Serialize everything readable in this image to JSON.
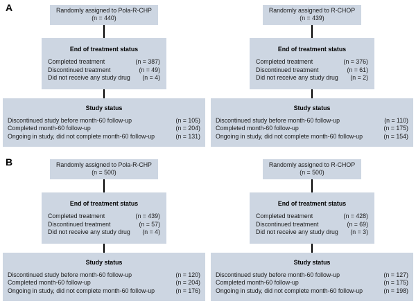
{
  "figure_title": "CONSORT-style patient disposition flow diagram",
  "style": {
    "box_fill": "#cdd6e2",
    "connector_color": "#000000",
    "text_color": "#1a1a1a"
  },
  "panels": [
    {
      "label": "A",
      "arms": [
        {
          "assigned": {
            "line1": "Randomly assigned to Pola-R-CHP",
            "line2": "(n = 440)"
          },
          "eot": {
            "title": "End of treatment status",
            "rows": [
              {
                "label": "Completed treatment",
                "value": "(n = 387)"
              },
              {
                "label": "Discontinued treatment",
                "value": "(n = 49)"
              },
              {
                "label": "Did not receive any study drug",
                "value": "(n = 4)"
              }
            ]
          },
          "study": {
            "title": "Study status",
            "rows": [
              {
                "label": "Discontinued study before month-60 follow-up",
                "value": "(n = 105)"
              },
              {
                "label": "Completed month-60 follow-up",
                "value": "(n = 204)"
              },
              {
                "label": "Ongoing in study, did not complete month-60 follow-up",
                "value": "(n = 131)"
              }
            ]
          }
        },
        {
          "assigned": {
            "line1": "Randomly assigned to R-CHOP",
            "line2": "(n = 439)"
          },
          "eot": {
            "title": "End of treatment status",
            "rows": [
              {
                "label": "Completed treatment",
                "value": "(n = 376)"
              },
              {
                "label": "Discontinued treatment",
                "value": "(n = 61)"
              },
              {
                "label": "Did not receive any study drug",
                "value": "(n = 2)"
              }
            ]
          },
          "study": {
            "title": "Study status",
            "rows": [
              {
                "label": "Discontinued study before month-60 follow-up",
                "value": "(n = 110)"
              },
              {
                "label": "Completed month-60 follow-up",
                "value": "(n = 175)"
              },
              {
                "label": "Ongoing in study, did not complete month-60 follow-up",
                "value": "(n = 154)"
              }
            ]
          }
        }
      ]
    },
    {
      "label": "B",
      "arms": [
        {
          "assigned": {
            "line1": "Randomly assigned to Pola-R-CHP",
            "line2": "(n = 500)"
          },
          "eot": {
            "title": "End of treatment status",
            "rows": [
              {
                "label": "Completed treatment",
                "value": "(n = 439)"
              },
              {
                "label": "Discontinued treatment",
                "value": "(n = 57)"
              },
              {
                "label": "Did not receive any study drug",
                "value": "(n = 4)"
              }
            ]
          },
          "study": {
            "title": "Study status",
            "rows": [
              {
                "label": "Discontinued study before month-60 follow-up",
                "value": "(n = 120)"
              },
              {
                "label": "Completed month-60 follow-up",
                "value": "(n = 204)"
              },
              {
                "label": "Ongoing in study, did not complete month-60 follow-up",
                "value": "(n = 176)"
              }
            ]
          }
        },
        {
          "assigned": {
            "line1": "Randomly assigned to R-CHOP",
            "line2": "(n = 500)"
          },
          "eot": {
            "title": "End of treatment status",
            "rows": [
              {
                "label": "Completed treatment",
                "value": "(n = 428)"
              },
              {
                "label": "Discontinued treatment",
                "value": "(n = 69)"
              },
              {
                "label": "Did not receive any study drug",
                "value": "(n = 3)"
              }
            ]
          },
          "study": {
            "title": "Study status",
            "rows": [
              {
                "label": "Discontinued study before month-60 follow-up",
                "value": "(n = 127)"
              },
              {
                "label": "Completed month-60 follow-up",
                "value": "(n = 175)"
              },
              {
                "label": "Ongoing in study, did not complete month-60 follow-up",
                "value": "(n = 198)"
              }
            ]
          }
        }
      ]
    }
  ]
}
